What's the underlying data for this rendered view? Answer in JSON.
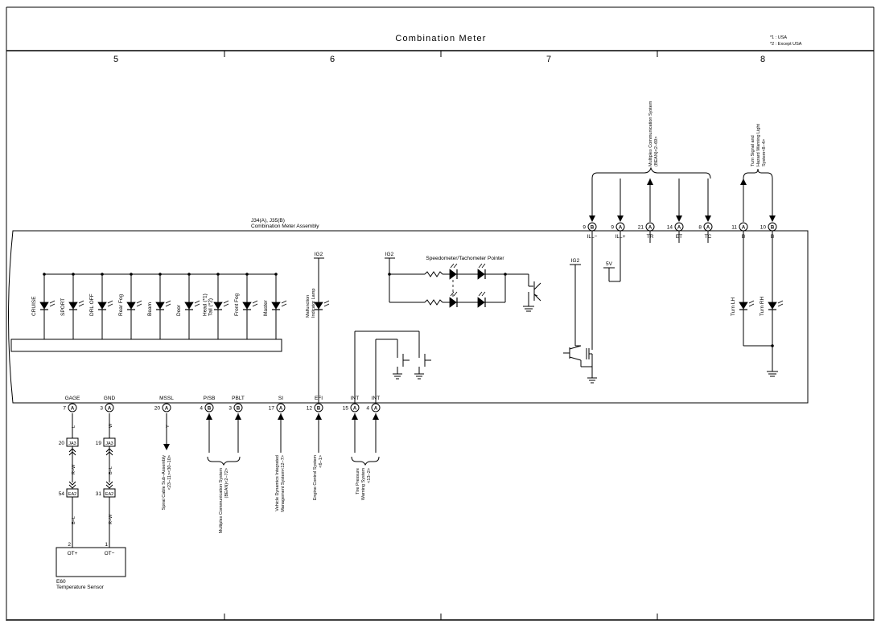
{
  "header": {
    "title": "Combination Meter",
    "notes": [
      "*1 : USA",
      "*2 : Except USA"
    ],
    "columns": [
      "5",
      "6",
      "7",
      "8"
    ]
  },
  "assembly": {
    "ref": "J34(A), J35(B)",
    "name": "Combination Meter Assembly"
  },
  "indicators": [
    "CRUISE",
    "SPORT",
    "DRL OFF",
    "Rear Fog",
    "Beam",
    "Door",
    "Head (*1)",
    "Tail (*2)",
    "Front Fog",
    "Master"
  ],
  "mil": {
    "supply": "IG2",
    "label1": "Malfunction",
    "label2": "Indicator Lamp"
  },
  "speedo": {
    "supply": "IG2",
    "title": "Speedometer/Tachometer Pointer"
  },
  "ill_circuit": {
    "supply": "IG2",
    "voltage": "5V"
  },
  "top_pins": [
    {
      "num": "9",
      "conn": "B",
      "name": "ILL−"
    },
    {
      "num": "9",
      "conn": "A",
      "name": "ILL+"
    },
    {
      "num": "21",
      "conn": "A",
      "name": "TR"
    },
    {
      "num": "14",
      "conn": "A",
      "name": "ET"
    },
    {
      "num": "8",
      "conn": "A",
      "name": "TC"
    },
    {
      "num": "11",
      "conn": "A",
      "name": "B"
    },
    {
      "num": "10",
      "conn": "B",
      "name": "B"
    }
  ],
  "top_systems": {
    "multiplex1": "Multiplex Communication System",
    "multiplex2": "(BEAN)<2−69>",
    "turn1": "Turn Signal and",
    "turn2": "Hazard Warning Light",
    "turn3": "System<8−4>"
  },
  "turn_lamps": [
    "Turn LH",
    "Turn RH"
  ],
  "bottom_pins": [
    {
      "num": "7",
      "conn": "A",
      "name": "GAGE"
    },
    {
      "num": "3",
      "conn": "A",
      "name": "GND"
    },
    {
      "num": "20",
      "conn": "A",
      "name": "MSSL"
    },
    {
      "num": "4",
      "conn": "B",
      "name": "P/SB"
    },
    {
      "num": "3",
      "conn": "B",
      "name": "PBLT"
    },
    {
      "num": "17",
      "conn": "A",
      "name": "SI"
    },
    {
      "num": "12",
      "conn": "B",
      "name": "EFI"
    },
    {
      "num": "15",
      "conn": "A",
      "name": "INT"
    },
    {
      "num": "4",
      "conn": "A",
      "name": "INT"
    }
  ],
  "wires": {
    "gage": "L",
    "gnd": "W",
    "mssl": "Y",
    "gage2": "R−W",
    "gnd2": "B−L",
    "gage3": "B−L",
    "gnd3": "R−W"
  },
  "junctions": [
    {
      "pin": "20",
      "conn": "JA3"
    },
    {
      "pin": "19",
      "conn": "JA3"
    },
    {
      "pin": "54",
      "conn": "EA2"
    },
    {
      "pin": "31",
      "conn": "EA2"
    }
  ],
  "sensor": {
    "ref": "E60",
    "name": "Temperature Sensor",
    "pins": [
      {
        "num": "2",
        "name": "OT+"
      },
      {
        "num": "1",
        "name": "OT−"
      }
    ]
  },
  "bottom_systems": {
    "spiral1": "Spiral Cable Sub−Assembly",
    "spiral2": "<23−11><30−10>",
    "mux1": "Multiplex Communication System",
    "mux2": "(BEAN)<2−72>",
    "vdim1": "Vehicle Dynamics Integrated",
    "vdim2": "Management System<12−7>",
    "efi1": "Engine Control System",
    "efi2": "<6−1>",
    "tpws1": "Tire Pressure",
    "tpws2": "Warning System",
    "tpws3": "<13−2>"
  }
}
